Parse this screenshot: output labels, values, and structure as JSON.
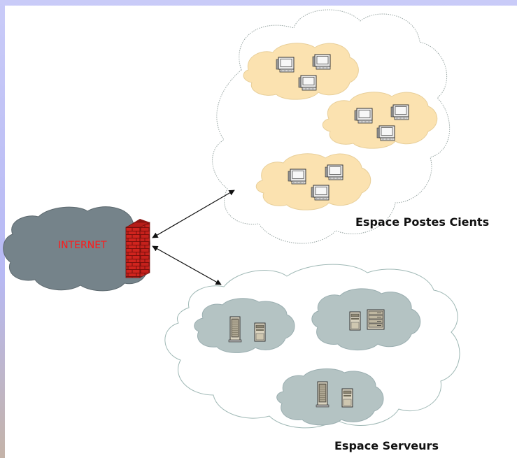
{
  "labels": {
    "internet": "INTERNET",
    "client_zone": "Espace Postes Cients",
    "server_zone": "Espace Serveurs"
  },
  "colors": {
    "internet_cloud": "#75838a",
    "firewall_brick": "#c81e1e",
    "client_subnet": "#fbe2b0",
    "server_subnet": "#b4c3c3",
    "zone_border": "#a9b7b5",
    "internet_text": "#ff1a1a"
  },
  "icons": {
    "firewall": "brick-wall-firewall-icon",
    "workstation": "computer-monitor-icon",
    "server": "tower-server-icon",
    "rack": "rack-server-icon"
  }
}
